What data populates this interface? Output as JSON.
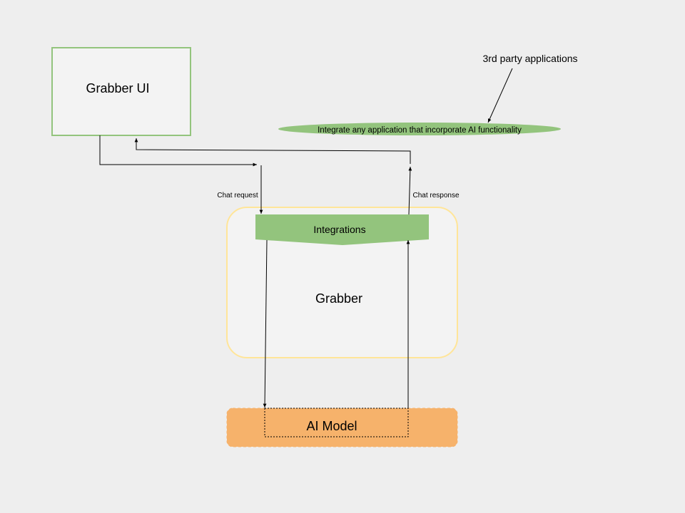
{
  "nodes": {
    "grabber_ui": {
      "label": "Grabber UI",
      "fill": "#f3f3f3",
      "stroke": "#93c47d"
    },
    "integrations": {
      "label": "Integrations",
      "fill": "#93c47d"
    },
    "grabber": {
      "label": "Grabber",
      "fill": "#f3f3f3",
      "stroke": "#ffe599"
    },
    "ai_model": {
      "label": "AI Model",
      "fill": "#f6b26b"
    },
    "third_party_banner": {
      "label": "Integrate any application that incorporate AI functionality",
      "fill": "#93c47d"
    }
  },
  "annotations": {
    "third_party": "3rd party applications",
    "chat_request": "Chat request",
    "chat_response": "Chat response"
  },
  "colors": {
    "background": "#eeeeee",
    "connector": "#000000"
  }
}
